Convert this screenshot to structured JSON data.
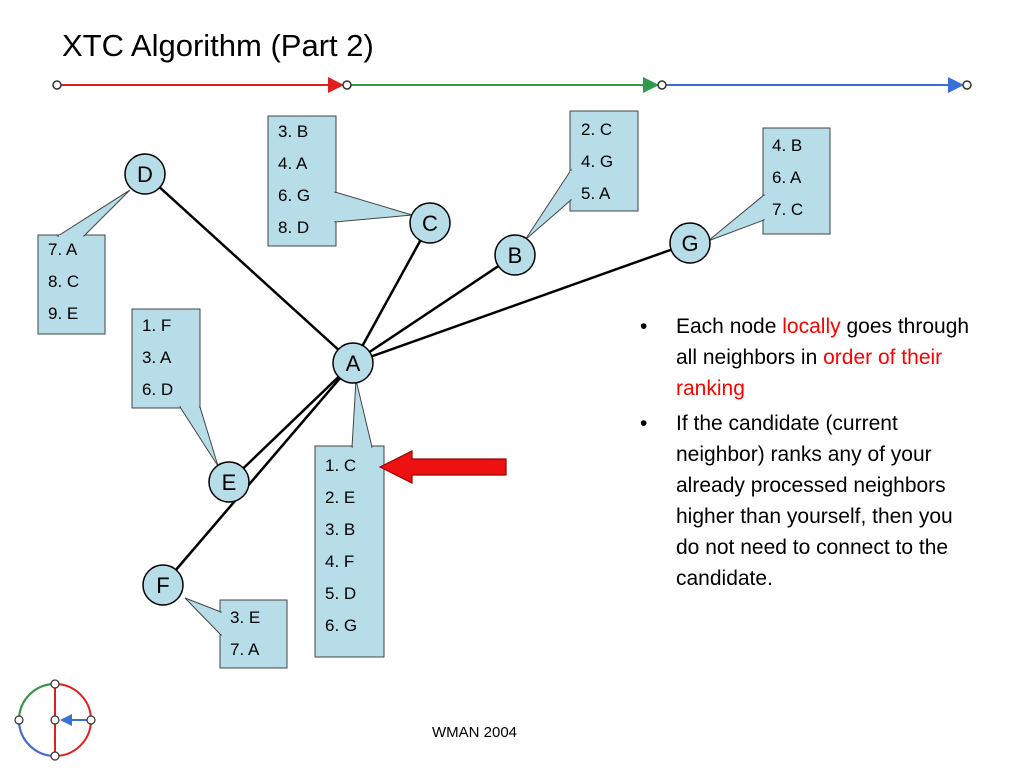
{
  "slide": {
    "title": "XTC Algorithm (Part 2)",
    "footer": "WMAN 2004"
  },
  "colors": {
    "line_red": "#e02020",
    "line_green": "#2e9a4a",
    "line_blue": "#3a6fd8",
    "callout_fill": "#b7dde8",
    "arrow_red": "#ee1111"
  },
  "nodes": [
    {
      "id": "D",
      "label": "D"
    },
    {
      "id": "C",
      "label": "C"
    },
    {
      "id": "B",
      "label": "B"
    },
    {
      "id": "G",
      "label": "G"
    },
    {
      "id": "A",
      "label": "A"
    },
    {
      "id": "E",
      "label": "E"
    },
    {
      "id": "F",
      "label": "F"
    }
  ],
  "rankings": {
    "D": [
      "7. A",
      "8. C",
      "9. E"
    ],
    "C": [
      "3. B",
      "4. A",
      "6. G",
      "8. D"
    ],
    "B": [
      "2. C",
      "4. G",
      "5. A"
    ],
    "G": [
      "4. B",
      "6. A",
      "7. C"
    ],
    "E": [
      "1. F",
      "3. A",
      "6. D"
    ],
    "A": [
      "1. C",
      "2. E",
      "3. B",
      "4. F",
      "5. D",
      "6. G"
    ],
    "F": [
      "3. E",
      "7. A"
    ]
  },
  "bullets": [
    {
      "marker": "•",
      "parts": [
        {
          "text": "Each node ",
          "red": false
        },
        {
          "text": "locally",
          "red": true
        },
        {
          "text": " goes through all neighbors in ",
          "red": false
        },
        {
          "text": "order of their ranking",
          "red": true
        }
      ]
    },
    {
      "marker": "•",
      "parts": [
        {
          "text": "If the candidate (current neighbor) ranks any of your already processed neighbors higher than yourself, then you do not need to connect to the candidate.",
          "red": false
        }
      ]
    }
  ]
}
